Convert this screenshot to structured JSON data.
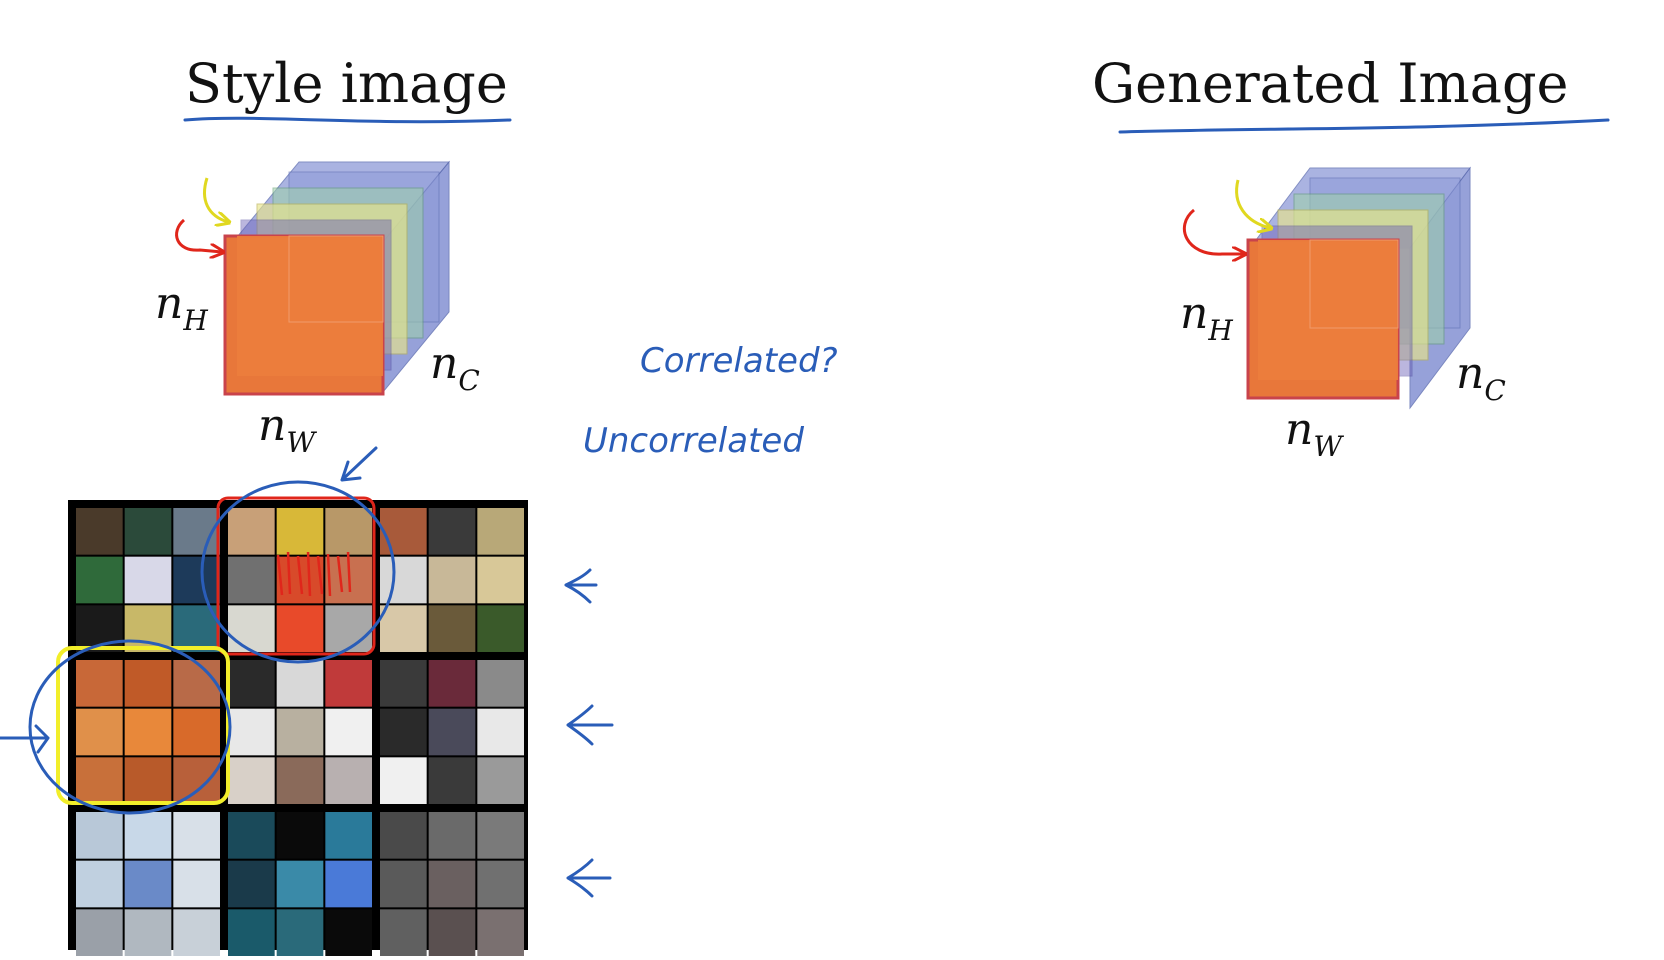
{
  "style_panel": {
    "title": "Style image",
    "labels": {
      "height": "n",
      "height_sub": "H",
      "width": "n",
      "width_sub": "W",
      "channels": "n",
      "channels_sub": "C"
    }
  },
  "generated_panel": {
    "title": "Generated Image",
    "labels": {
      "height": "n",
      "height_sub": "H",
      "width": "n",
      "width_sub": "W",
      "channels": "n",
      "channels_sub": "C"
    }
  },
  "annotations": {
    "correlated": "Correlated?",
    "uncorrelated": "Uncorrelated"
  },
  "colors": {
    "ink_blue": "#2a5db8",
    "highlight_red": "#e0261b",
    "highlight_yellow": "#f2ee2a",
    "front_face": "#e8773a",
    "front_face_edge": "#c9434b",
    "slice_yellow": "#e9e58a",
    "slice_green": "#9fd3a8",
    "slice_blue": "#8e9ad8",
    "slice_violet": "#6a5fb8"
  },
  "icons": [
    "red-curved-arrow-icon",
    "yellow-curved-arrow-icon",
    "blue-left-arrow-icon"
  ],
  "feature_grid": {
    "blocks": [
      {
        "tiles": [
          "#4a3a2a",
          "#2b4a3a",
          "#6a7a8a",
          "#2f6a3a",
          "#d8d8e8",
          "#1d3a5a",
          "#1a1a1a",
          "#c8b868",
          "#2a6a7a"
        ]
      },
      {
        "tiles": [
          "#c8a078",
          "#d8b838",
          "#b89868",
          "#707070",
          "#d84a2a",
          "#c87050",
          "#d8d8d0",
          "#e84a2a",
          "#a8a8a8"
        ]
      },
      {
        "tiles": [
          "#a85a3a",
          "#3a3a3a",
          "#b8a878",
          "#d8d8d8",
          "#c8b898",
          "#d8c898",
          "#d8c8a8",
          "#6a5a3a",
          "#3a5a2a"
        ]
      },
      {
        "tiles": [
          "#c86838",
          "#c05a28",
          "#b86a48",
          "#e0904a",
          "#e8883a",
          "#d86a2a",
          "#c8703a",
          "#b85a2a",
          "#b8603a"
        ]
      },
      {
        "tiles": [
          "#2a2a2a",
          "#d8d8d8",
          "#c03a3a",
          "#e8e8e8",
          "#b8b0a0",
          "#f0f0f0",
          "#d8d0c8",
          "#8a6a5a",
          "#b8b0b0"
        ]
      },
      {
        "tiles": [
          "#3a3a3a",
          "#6a2a3a",
          "#8a8a8a",
          "#2a2a2a",
          "#4a4a5a",
          "#e8e8e8",
          "#f0f0f0",
          "#3a3a3a",
          "#9a9a9a"
        ]
      },
      {
        "tiles": [
          "#b8c8d8",
          "#c8d8e8",
          "#d8e0e8",
          "#c0d0e0",
          "#6a8ac8",
          "#d8e0e8",
          "#9aa0a8",
          "#b0b8c0",
          "#c8d0d8"
        ]
      },
      {
        "tiles": [
          "#1a4a5a",
          "#0a0a0a",
          "#2a7a9a",
          "#1a3a4a",
          "#3a8aa8",
          "#4a7ad8",
          "#1a5a6a",
          "#2a6a7a",
          "#0a0a0a"
        ]
      },
      {
        "tiles": [
          "#4a4a4a",
          "#6a6a6a",
          "#7a7a7a",
          "#5a5a5a",
          "#6a6060",
          "#707070",
          "#606060",
          "#5a5050",
          "#7a7070"
        ]
      }
    ]
  }
}
